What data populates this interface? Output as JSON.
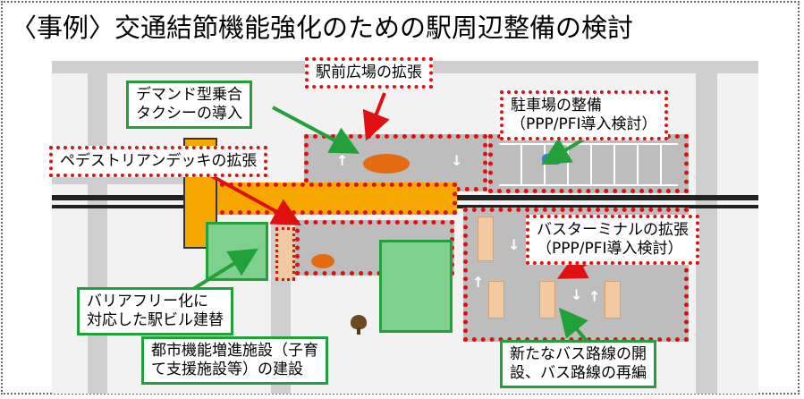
{
  "title": "〈事例〉交通結節機能強化のための駅周辺整備の検討",
  "labels": {
    "ekimae_hiroba": "駅前広場の拡張",
    "demand_taxi_1": "デマンド型乗合",
    "demand_taxi_2": "タクシーの導入",
    "chushajo_1": "駐車場の整備",
    "chushajo_2": "（PPP/PFI導入検討）",
    "pedestrian_deck": "ペデストリアンデッキの拡張",
    "bus_terminal_1": "バスターミナルの拡張",
    "bus_terminal_2": "（PPP/PFI導入検討）",
    "barrier_free_1": "バリアフリー化に",
    "barrier_free_2": "対応した駅ビル建替",
    "toshi_kino_1": "都市機能増進施設（子育",
    "toshi_kino_2": "て支援施設等）の建設",
    "bus_route_1": "新たなバス路線の開",
    "bus_route_2": "設、バス路線の再編"
  },
  "colors": {
    "red_dotted": "#e01010",
    "green_border": "#22a03a",
    "green_fill": "#7fd08f",
    "deck_orange": "#f7a800",
    "plaza_orange": "#e66a10"
  }
}
